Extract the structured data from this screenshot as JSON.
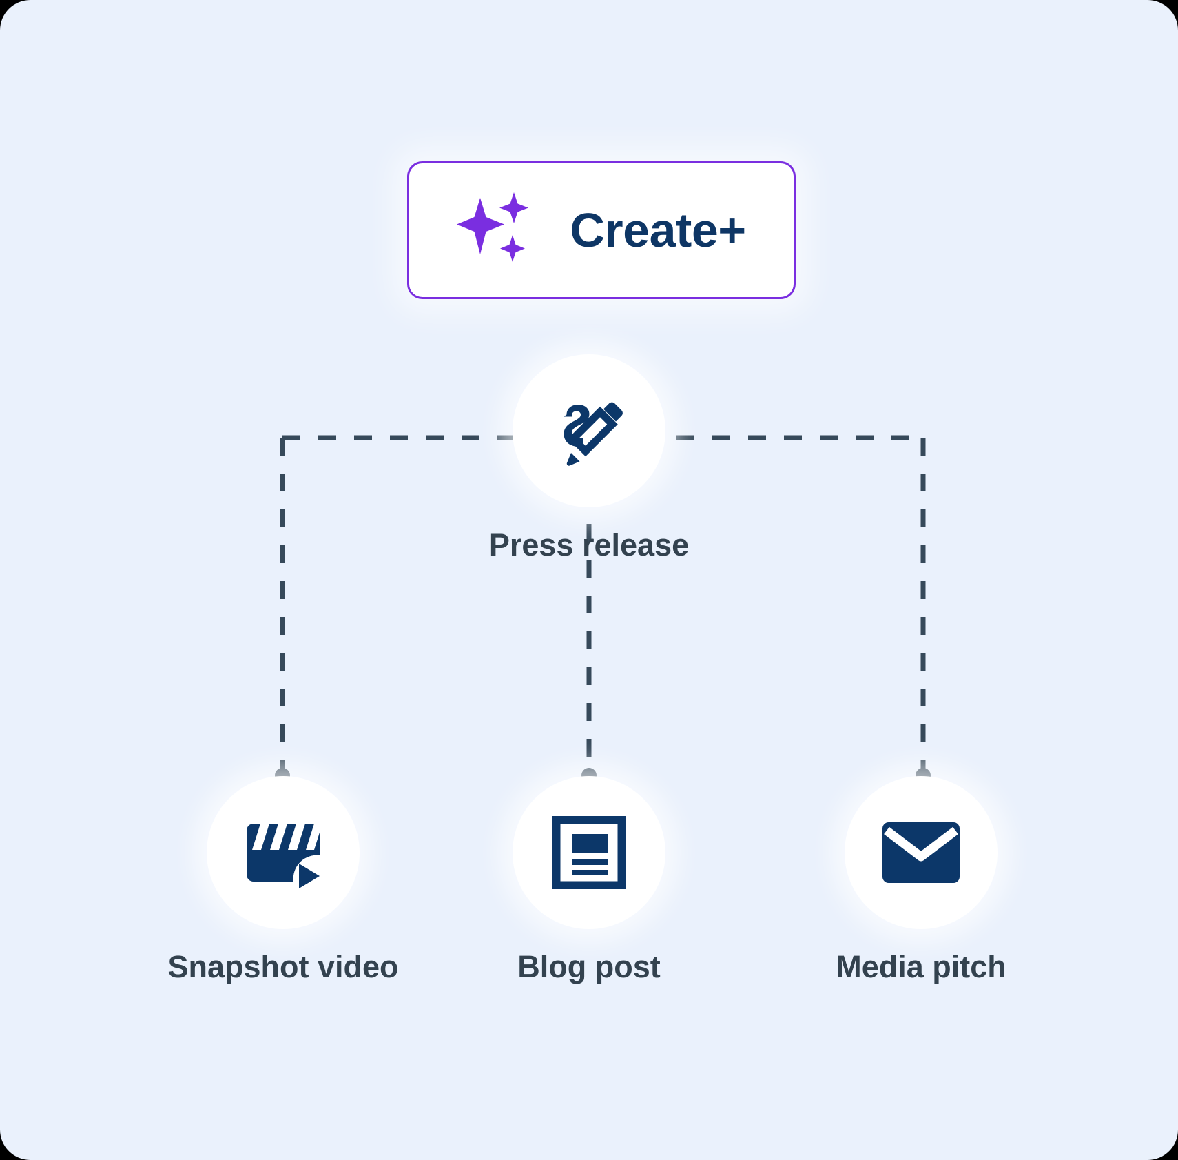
{
  "theme": {
    "background": "#eaf1fc",
    "accent_purple": "#7a2ee0",
    "brand_navy": "#0e3665",
    "icon_navy": "#0c3769",
    "label_slate": "#33424f",
    "wire_slate": "#36495a",
    "card_white": "#ffffff"
  },
  "primary_action": {
    "label": "Create+",
    "icon": "sparkles-icon"
  },
  "source_node": {
    "label": "Press release",
    "icon": "pencil-write-icon"
  },
  "output_nodes": [
    {
      "label": "Snapshot video",
      "icon": "clapperboard-play-icon"
    },
    {
      "label": "Blog post",
      "icon": "article-document-icon"
    },
    {
      "label": "Media pitch",
      "icon": "envelope-icon"
    }
  ],
  "connectors": {
    "style": "dashed",
    "junction_marker": "dot"
  }
}
